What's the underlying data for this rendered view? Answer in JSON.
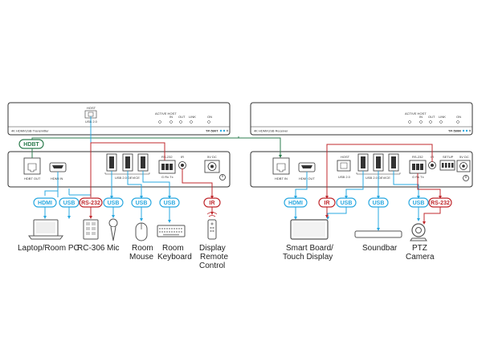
{
  "tx": {
    "title": "4K HDMI/USB Transmitter",
    "model": "TP-590T",
    "front": {
      "host_label": "HOST",
      "usb_label": "USB 2.0",
      "leds": [
        "ACTIVE HOST",
        "IN",
        "OUT",
        "LINK",
        "ON"
      ]
    },
    "rear": {
      "hdbt_out": "HDBT OUT",
      "hdmi_in": "HDMI IN",
      "usb_device": "USB 2.0 DEVICE",
      "rs232": "RS-232",
      "rs232_pins": "G Rx Tx",
      "ir": "IR",
      "dc": "5V DC"
    }
  },
  "rx": {
    "title": "4K HDMI/USB Receiver",
    "model": "TP-590R",
    "front": {
      "leds": [
        "ACTIVE HOST",
        "IN",
        "OUT",
        "LINK",
        "ON"
      ]
    },
    "rear": {
      "hdbt_in": "HDBT IN",
      "hdmi_out": "HDMI OUT",
      "host": "HOST",
      "usb20": "USB 2.0",
      "usb_device": "USB 2.0 DEVICE",
      "rs232": "RS-232",
      "rs232_pins": "G Rx Tx",
      "ir": "IR",
      "setup": "SETUP",
      "dc": "5V DC"
    }
  },
  "link_badge": "HDBT",
  "tx_badges": [
    "HDMI",
    "USB",
    "RS-232",
    "USB",
    "USB",
    "USB",
    "IR"
  ],
  "rx_badges": [
    "HDMI",
    "IR",
    "USB",
    "USB",
    "USB",
    "RS-232"
  ],
  "tx_devices": {
    "laptop": "Laptop/Room PC",
    "rc306": "RC-306",
    "mic": "Mic",
    "mouse": [
      "Room",
      "Mouse"
    ],
    "keyboard": [
      "Room",
      "Keyboard"
    ],
    "remote": [
      "Display",
      "Remote",
      "Control"
    ]
  },
  "rx_devices": {
    "smartboard": [
      "Smart Board/",
      "Touch Display"
    ],
    "soundbar": "Soundbar",
    "camera": [
      "PTZ",
      "Camera"
    ]
  },
  "colors": {
    "blue": "#29a8e0",
    "red": "#c0282d",
    "green": "#2e7d4f",
    "outline": "#333333"
  }
}
